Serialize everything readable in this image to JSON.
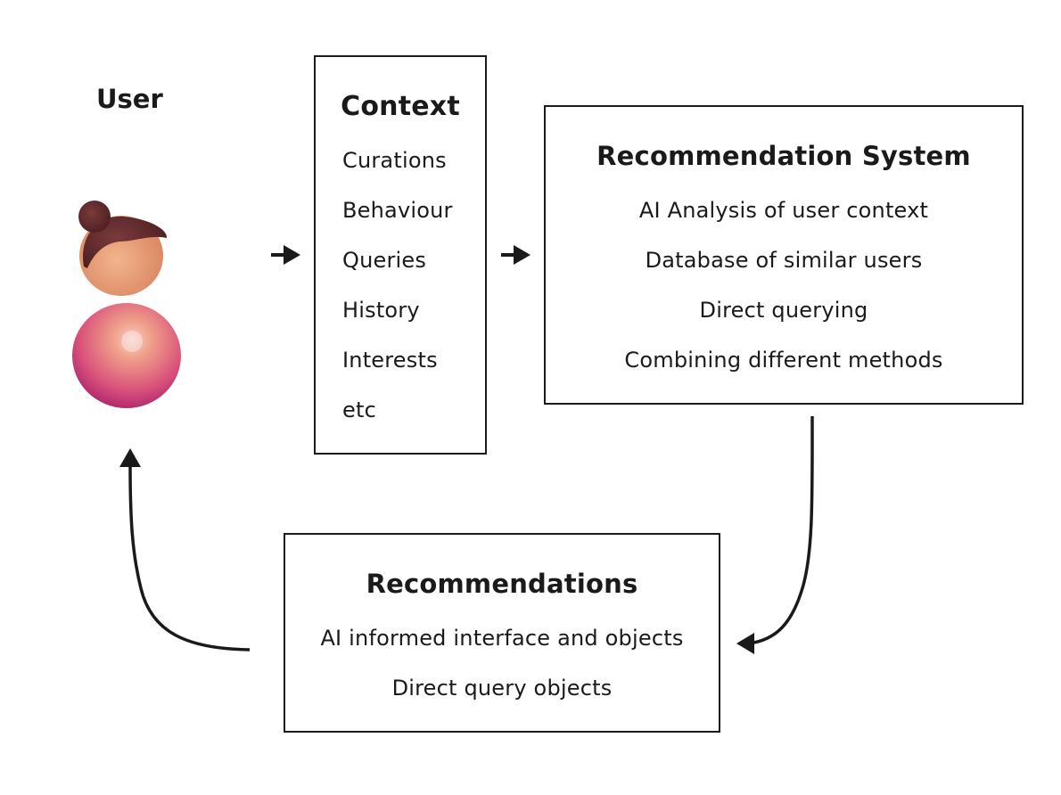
{
  "user": {
    "label": "User",
    "avatar_icon": "user-avatar-icon"
  },
  "context": {
    "title": "Context",
    "items": [
      "Curations",
      "Behaviour",
      "Queries",
      "History",
      "Interests",
      "etc"
    ]
  },
  "recommendation_system": {
    "title": "Recommendation System",
    "items": [
      "AI Analysis of user context",
      "Database of similar users",
      "Direct querying",
      "Combining different methods"
    ]
  },
  "recommendations": {
    "title": "Recommendations",
    "items": [
      "AI informed interface and objects",
      "Direct query objects"
    ]
  },
  "colors": {
    "stroke": "#1a1a1a",
    "background": "#ffffff",
    "hair": "#5a2a2a",
    "face": "#e8a07a",
    "body_top": "#f0a080",
    "body_bottom": "#c0307a"
  }
}
